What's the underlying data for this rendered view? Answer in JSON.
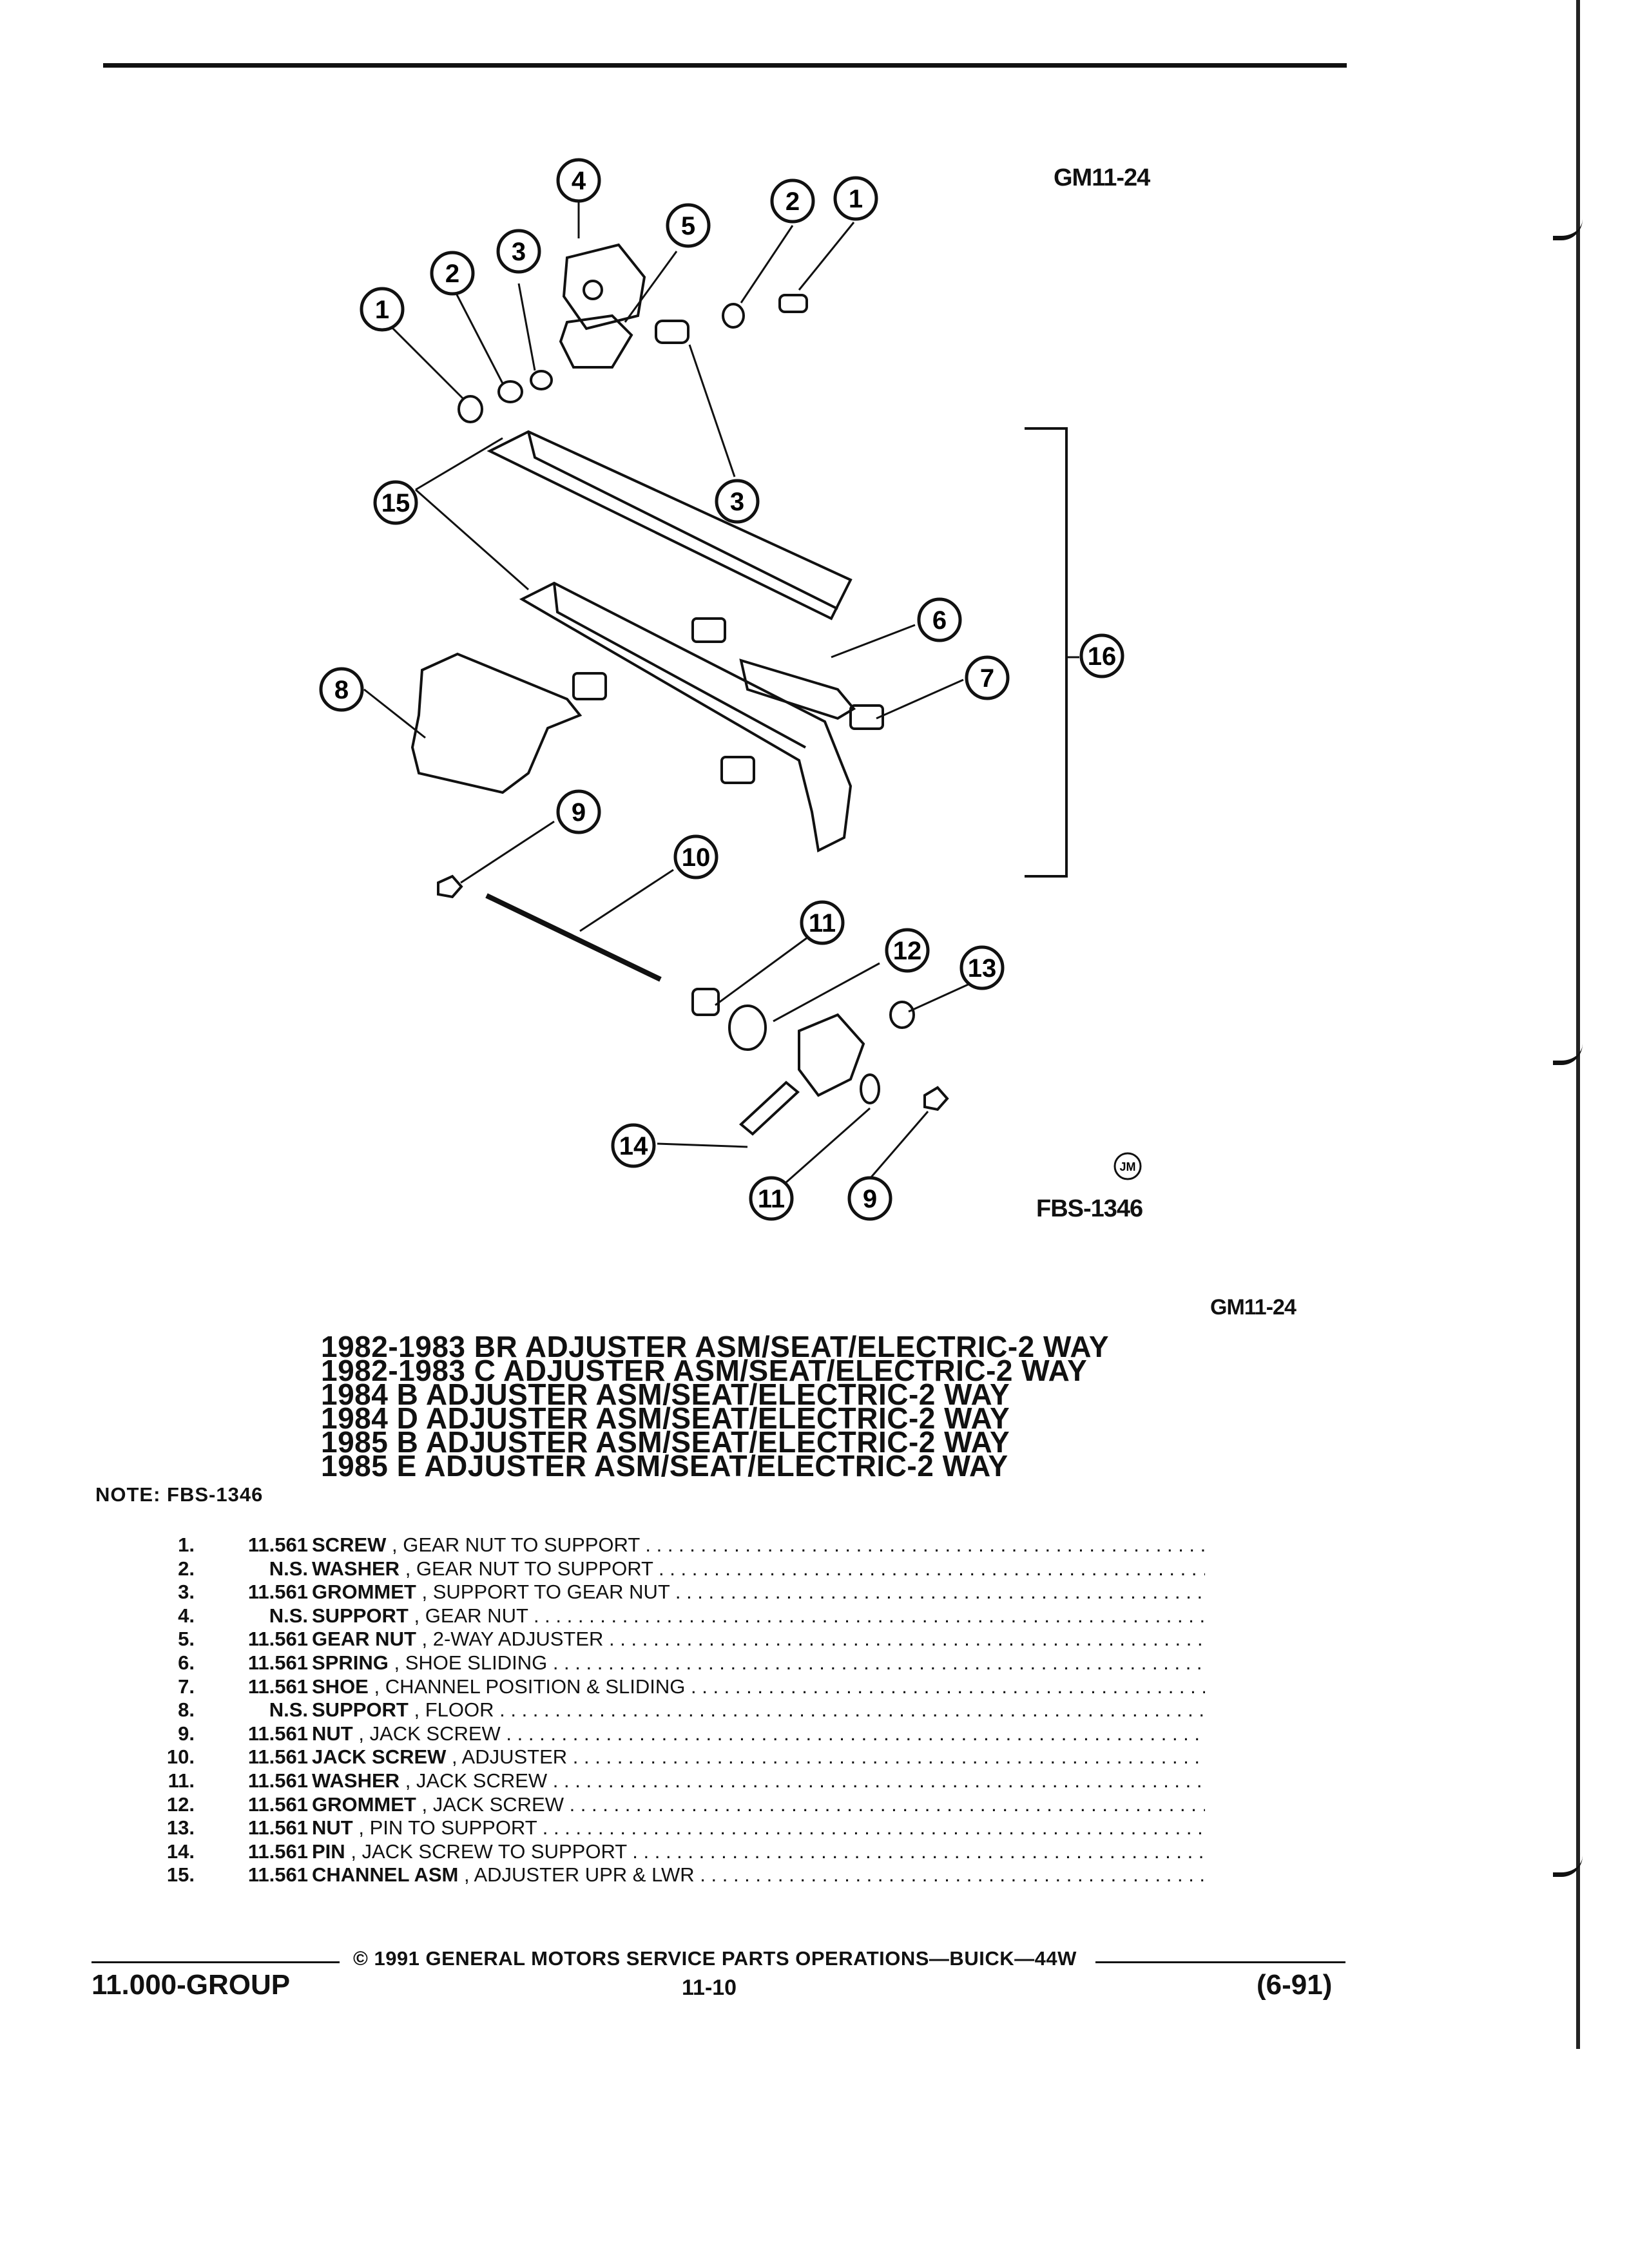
{
  "figure": {
    "ref_top": "GM11-24",
    "ref_bottom": "FBS-1346",
    "artist_mark": "JM",
    "callouts": [
      "1",
      "2",
      "3",
      "4",
      "5",
      "2",
      "1",
      "3",
      "15",
      "6",
      "16",
      "8",
      "7",
      "9",
      "10",
      "11",
      "12",
      "13",
      "14",
      "11",
      "9"
    ]
  },
  "section_ref": "GM11-24",
  "titles": [
    "1982-1983 BR ADJUSTER ASM/SEAT/ELECTRIC-2 WAY",
    "1982-1983 C ADJUSTER ASM/SEAT/ELECTRIC-2 WAY",
    "1984 B ADJUSTER ASM/SEAT/ELECTRIC-2 WAY",
    "1984 D ADJUSTER ASM/SEAT/ELECTRIC-2 WAY",
    "1985 B ADJUSTER ASM/SEAT/ELECTRIC-2 WAY",
    "1985 E ADJUSTER ASM/SEAT/ELECTRIC-2 WAY"
  ],
  "note": "NOTE:  FBS-1346",
  "parts": [
    {
      "num": "1.",
      "code": "11.561",
      "name": "SCREW",
      "desc": ", GEAR NUT TO SUPPORT"
    },
    {
      "num": "2.",
      "code": "N.S.",
      "name": "WASHER",
      "desc": ", GEAR NUT TO SUPPORT"
    },
    {
      "num": "3.",
      "code": "11.561",
      "name": "GROMMET",
      "desc": ", SUPPORT TO GEAR NUT"
    },
    {
      "num": "4.",
      "code": "N.S.",
      "name": "SUPPORT",
      "desc": ", GEAR NUT"
    },
    {
      "num": "5.",
      "code": "11.561",
      "name": "GEAR NUT",
      "desc": ", 2-WAY ADJUSTER"
    },
    {
      "num": "6.",
      "code": "11.561",
      "name": "SPRING",
      "desc": ", SHOE SLIDING"
    },
    {
      "num": "7.",
      "code": "11.561",
      "name": "SHOE",
      "desc": ", CHANNEL POSITION & SLIDING"
    },
    {
      "num": "8.",
      "code": "N.S.",
      "name": "SUPPORT",
      "desc": ", FLOOR"
    },
    {
      "num": "9.",
      "code": "11.561",
      "name": "NUT",
      "desc": ", JACK SCREW"
    },
    {
      "num": "10.",
      "code": "11.561",
      "name": "JACK SCREW",
      "desc": ", ADJUSTER"
    },
    {
      "num": "11.",
      "code": "11.561",
      "name": "WASHER",
      "desc": ", JACK SCREW"
    },
    {
      "num": "12.",
      "code": "11.561",
      "name": "GROMMET",
      "desc": ", JACK SCREW"
    },
    {
      "num": "13.",
      "code": "11.561",
      "name": "NUT",
      "desc": ", PIN TO SUPPORT"
    },
    {
      "num": "14.",
      "code": "11.561",
      "name": "PIN",
      "desc": ", JACK SCREW TO SUPPORT"
    },
    {
      "num": "15.",
      "code": "11.561",
      "name": "CHANNEL ASM",
      "desc": ", ADJUSTER UPR & LWR"
    }
  ],
  "footer": {
    "copyright": "© 1991 GENERAL MOTORS SERVICE PARTS OPERATIONS—BUICK—44W",
    "group": "11.000-GROUP",
    "page": "11-10",
    "date": "(6-91)"
  }
}
